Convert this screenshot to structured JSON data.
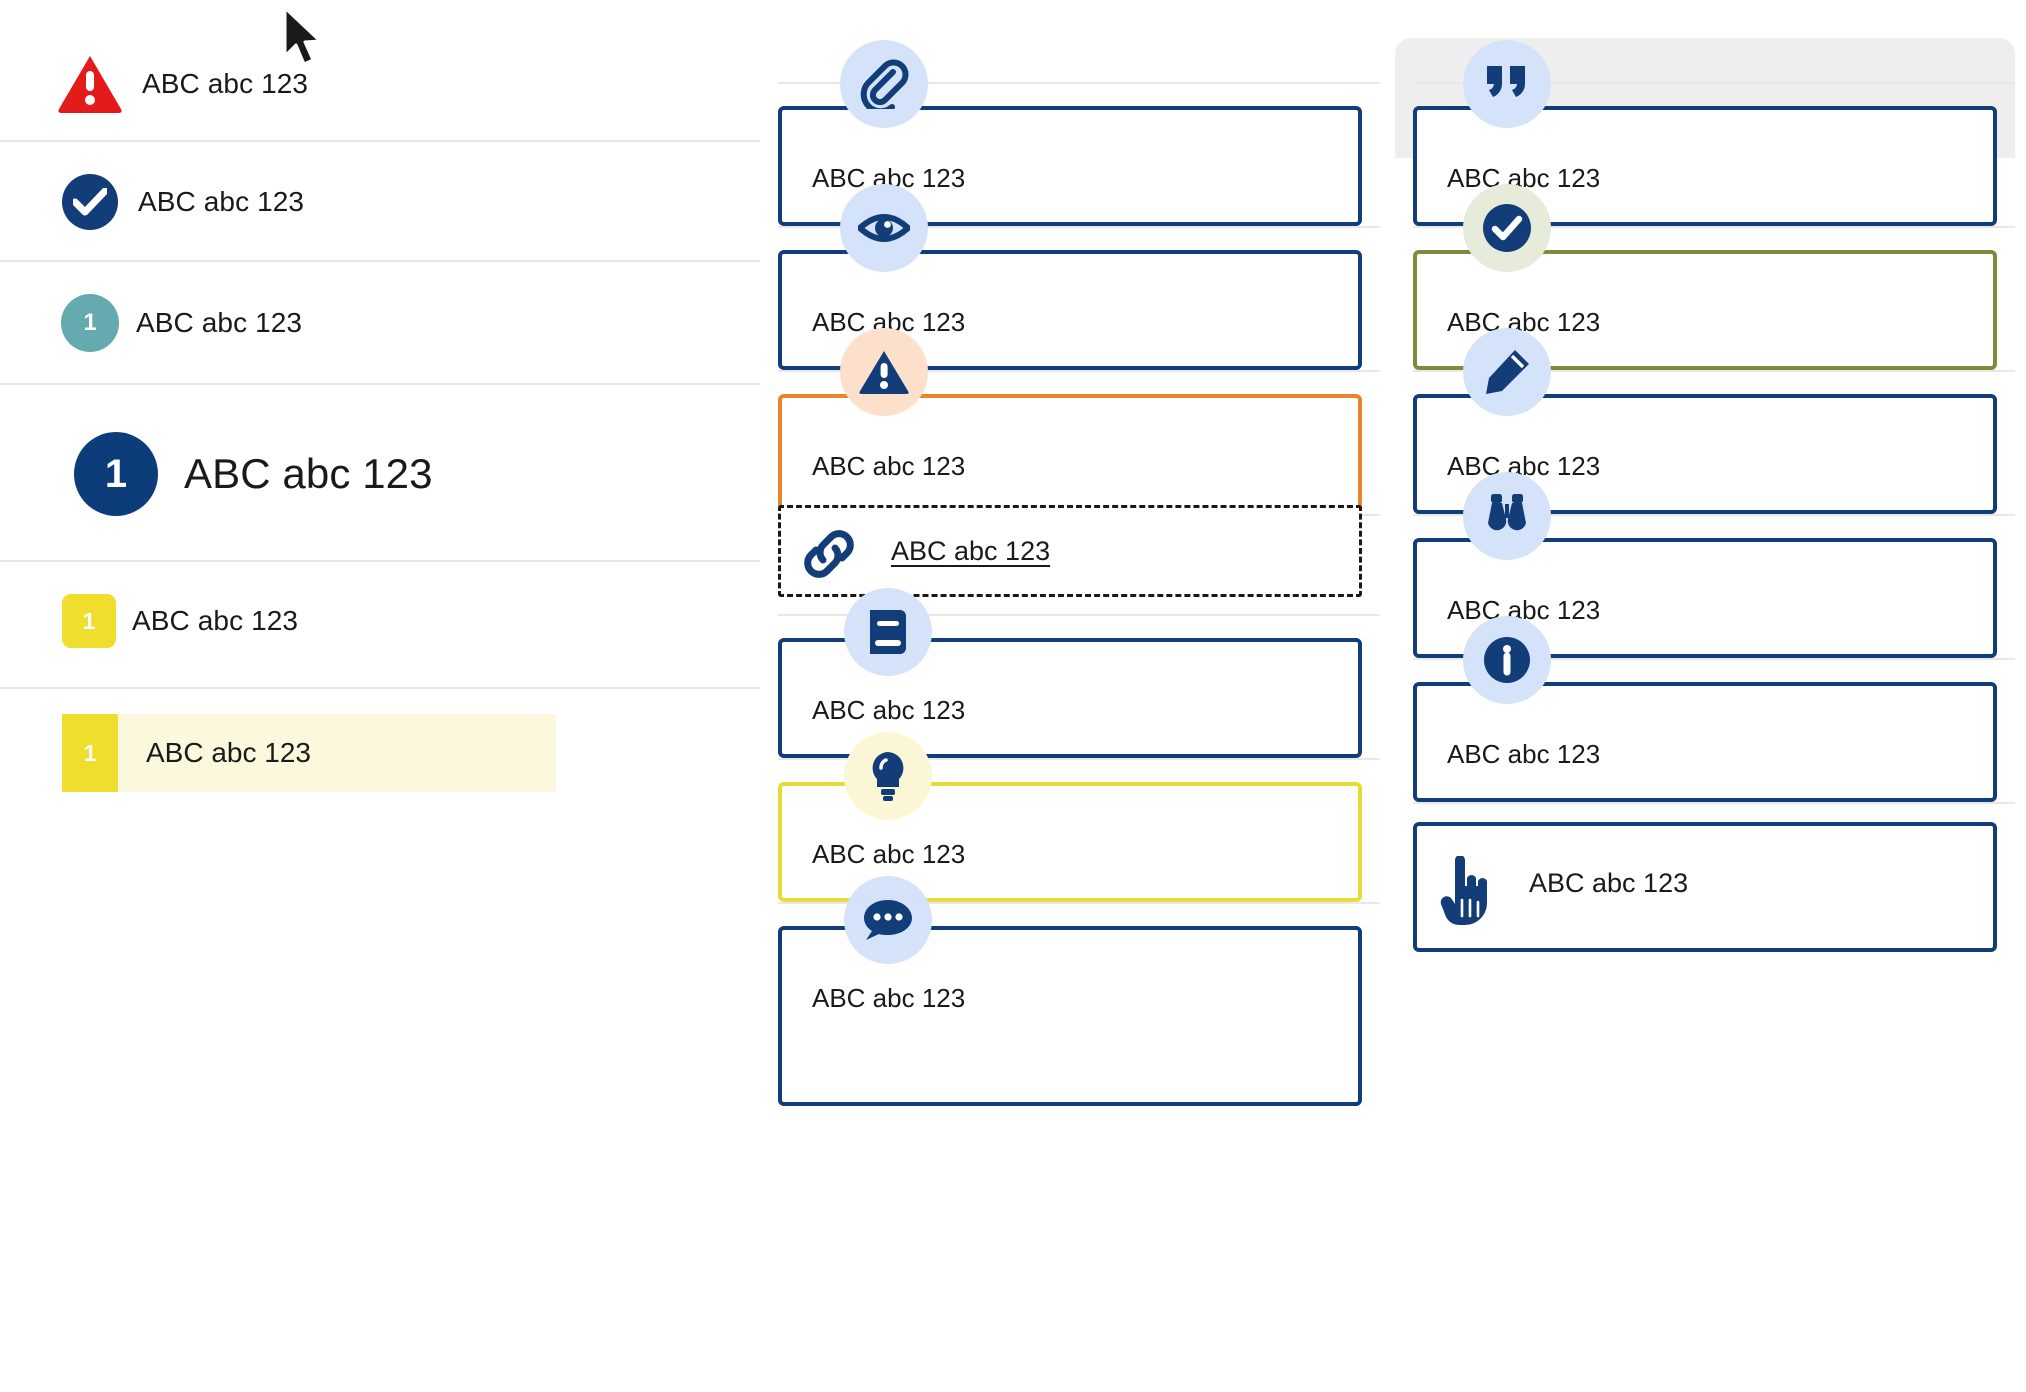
{
  "sample_text": "ABC abc 123",
  "sidebar": {
    "rows": [
      {
        "label": "ABC abc 123",
        "icon": "warning-triangle-icon",
        "badge_value": ""
      },
      {
        "label": "ABC abc 123",
        "icon": "check-circle-icon",
        "badge_value": ""
      },
      {
        "label": "ABC abc 123",
        "icon": "number-badge-circle",
        "badge_value": "1"
      },
      {
        "label": "ABC abc 123",
        "icon": "number-badge-circle-large",
        "badge_value": "1"
      },
      {
        "label": "ABC abc 123",
        "icon": "number-badge-square",
        "badge_value": "1"
      },
      {
        "label": "ABC abc 123",
        "icon": "number-badge-square-highlighted",
        "badge_value": "1"
      }
    ]
  },
  "middle_column": {
    "cards": [
      {
        "label": "ABC abc 123",
        "icon": "paperclip-icon",
        "border": "navy",
        "bubble": "blue",
        "style": "standard"
      },
      {
        "label": "ABC abc 123",
        "icon": "eye-icon",
        "border": "navy",
        "bubble": "blue",
        "style": "standard"
      },
      {
        "label": "ABC abc 123",
        "icon": "warning-triangle-icon",
        "border": "orange",
        "bubble": "peach",
        "style": "standard"
      },
      {
        "label": "ABC abc 123",
        "icon": "link-chain-icon",
        "border": "dashed",
        "bubble": "none",
        "style": "link"
      },
      {
        "label": "ABC abc 123",
        "icon": "book-icon",
        "border": "navy",
        "bubble": "blue",
        "style": "standard"
      },
      {
        "label": "ABC abc 123",
        "icon": "lightbulb-icon",
        "border": "yellow",
        "bubble": "cream",
        "style": "standard"
      },
      {
        "label": "ABC abc 123",
        "icon": "chat-bubble-icon",
        "border": "navy",
        "bubble": "blue",
        "style": "standard"
      }
    ]
  },
  "right_column": {
    "cards": [
      {
        "label": "ABC abc 123",
        "icon": "quote-marks-icon",
        "border": "navy",
        "bubble": "blue",
        "style": "standard"
      },
      {
        "label": "ABC abc 123",
        "icon": "check-circle-icon",
        "border": "olive",
        "bubble": "mint",
        "style": "standard"
      },
      {
        "label": "ABC abc 123",
        "icon": "pencil-icon",
        "border": "navy",
        "bubble": "blue",
        "style": "standard"
      },
      {
        "label": "ABC abc 123",
        "icon": "binoculars-icon",
        "border": "navy",
        "bubble": "blue",
        "style": "standard"
      },
      {
        "label": "ABC abc 123",
        "icon": "info-circle-icon",
        "border": "navy",
        "bubble": "blue",
        "style": "standard"
      },
      {
        "label": "ABC abc 123",
        "icon": "pointing-hand-icon",
        "border": "navy",
        "bubble": "none",
        "style": "hand"
      }
    ]
  },
  "colors": {
    "navy": "#123d78",
    "navy_dark": "#0d3c7a",
    "red": "#e31b1b",
    "teal": "#64aaae",
    "yellow": "#efdf2c",
    "yellow_tint": "#fcf8de",
    "orange": "#e8842b",
    "olive": "#7d8b3c",
    "yellow_border": "#e8dc34",
    "bubble_blue": "#d5e3fa",
    "bubble_peach": "#fce0cc",
    "bubble_mint": "#e6ecd9",
    "bubble_cream": "#fbf6d5",
    "separator": "#e6e6e6",
    "backdrop": "#eeeeee"
  }
}
